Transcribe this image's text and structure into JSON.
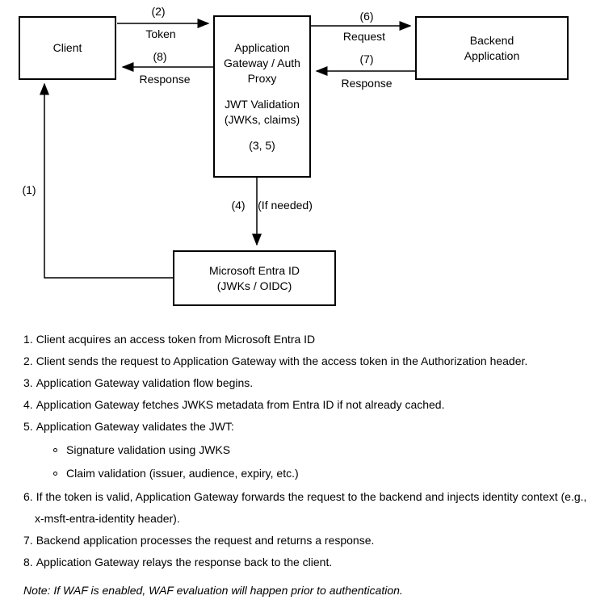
{
  "diagram": {
    "nodes": {
      "client": {
        "label": "Client"
      },
      "gateway": {
        "line1": "Application",
        "line2": "Gateway / Auth",
        "line3": "Proxy",
        "line4": "JWT Validation",
        "line5": "(JWKs, claims)",
        "line6": "(3, 5)"
      },
      "backend": {
        "line1": "Backend",
        "line2": "Application"
      },
      "entra": {
        "line1": "Microsoft Entra ID",
        "line2": "(JWKs / OIDC)"
      }
    },
    "edges": {
      "e1": {
        "num": "(1)"
      },
      "e2": {
        "num": "(2)",
        "label": "Token"
      },
      "e4": {
        "num": "(4)",
        "label": "(If needed)"
      },
      "e6": {
        "num": "(6)",
        "label": "Request"
      },
      "e7": {
        "num": "(7)",
        "label": "Response"
      },
      "e8": {
        "num": "(8)",
        "label": "Response"
      }
    }
  },
  "steps": [
    {
      "num": "1.",
      "text": "Client acquires an access token from Microsoft Entra ID"
    },
    {
      "num": "2.",
      "text": "Client sends the request to Application Gateway with the access token in the Authorization header."
    },
    {
      "num": "3.",
      "text": "Application Gateway validation flow begins."
    },
    {
      "num": "4.",
      "text": "Application Gateway fetches JWKS metadata from Entra ID if not already cached."
    },
    {
      "num": "5.",
      "text": "Application Gateway validates the JWT:"
    },
    {
      "num": "6.",
      "text": "If the token is valid, Application Gateway forwards the request to the backend and injects identity context (e.g., x-msft-entra-identity header)."
    },
    {
      "num": "7.",
      "text": "Backend application processes the request and returns a response."
    },
    {
      "num": "8.",
      "text": "Application Gateway relays the response back to the client."
    }
  ],
  "substeps": [
    {
      "text": "Signature validation using JWKS"
    },
    {
      "text": "Claim validation (issuer, audience, expiry, etc.)"
    }
  ],
  "note": "Note: If WAF is enabled, WAF evaluation will happen prior to authentication.",
  "colors": {
    "stroke": "#000000",
    "background": "#ffffff",
    "text": "#000000"
  }
}
